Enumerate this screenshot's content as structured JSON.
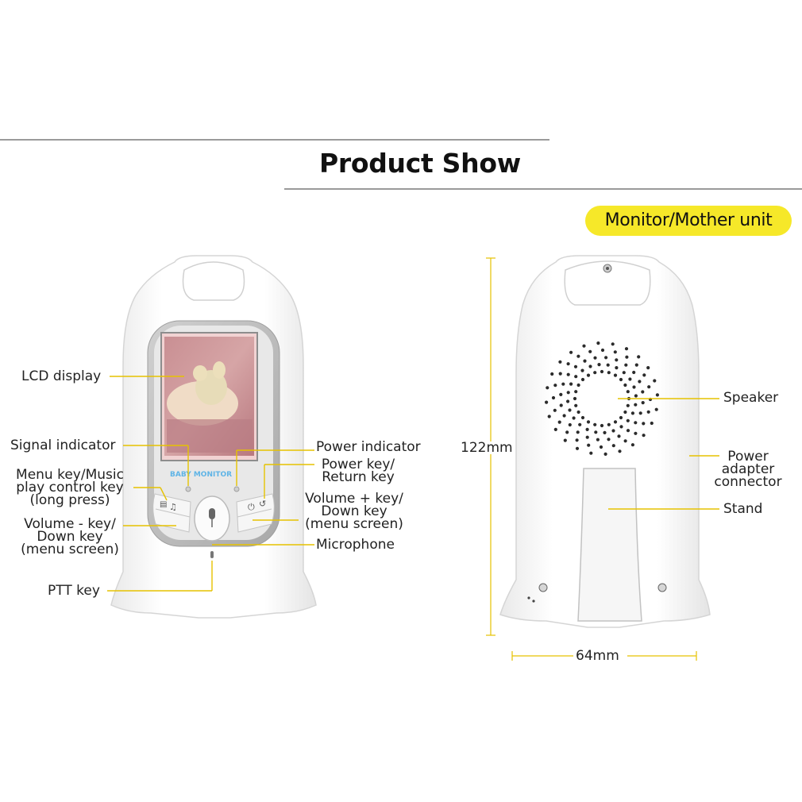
{
  "header": {
    "title": "Product Show",
    "subtitle_badge": "Monitor/Mother unit"
  },
  "front_labels": {
    "lcd_display": "LCD display",
    "signal_indicator": "Signal indicator",
    "menu_key": [
      "Menu key/Music",
      "play control key",
      "(long press)"
    ],
    "volume_down_key": [
      "Volume - key/",
      "Down key",
      "(menu screen)"
    ],
    "ptt_key": "PTT key",
    "power_indicator": "Power indicator",
    "power_key": [
      "Power key/",
      "Return key"
    ],
    "volume_up_key": [
      "Volume + key/",
      "Down key",
      "(menu screen)"
    ],
    "microphone": "Microphone"
  },
  "device_screen": {
    "brand_text": "BABY MONITOR"
  },
  "back_labels": {
    "speaker": "Speaker",
    "power_adapter": [
      "Power",
      "adapter",
      "connector"
    ],
    "stand": "Stand"
  },
  "dimensions": {
    "height": "122mm",
    "width": "64mm"
  },
  "colors": {
    "accent_yellow": "#f6e829",
    "leader_line": "#e8c800",
    "device_white": "#fbfbfb",
    "device_gray": "#b9b9b9"
  }
}
